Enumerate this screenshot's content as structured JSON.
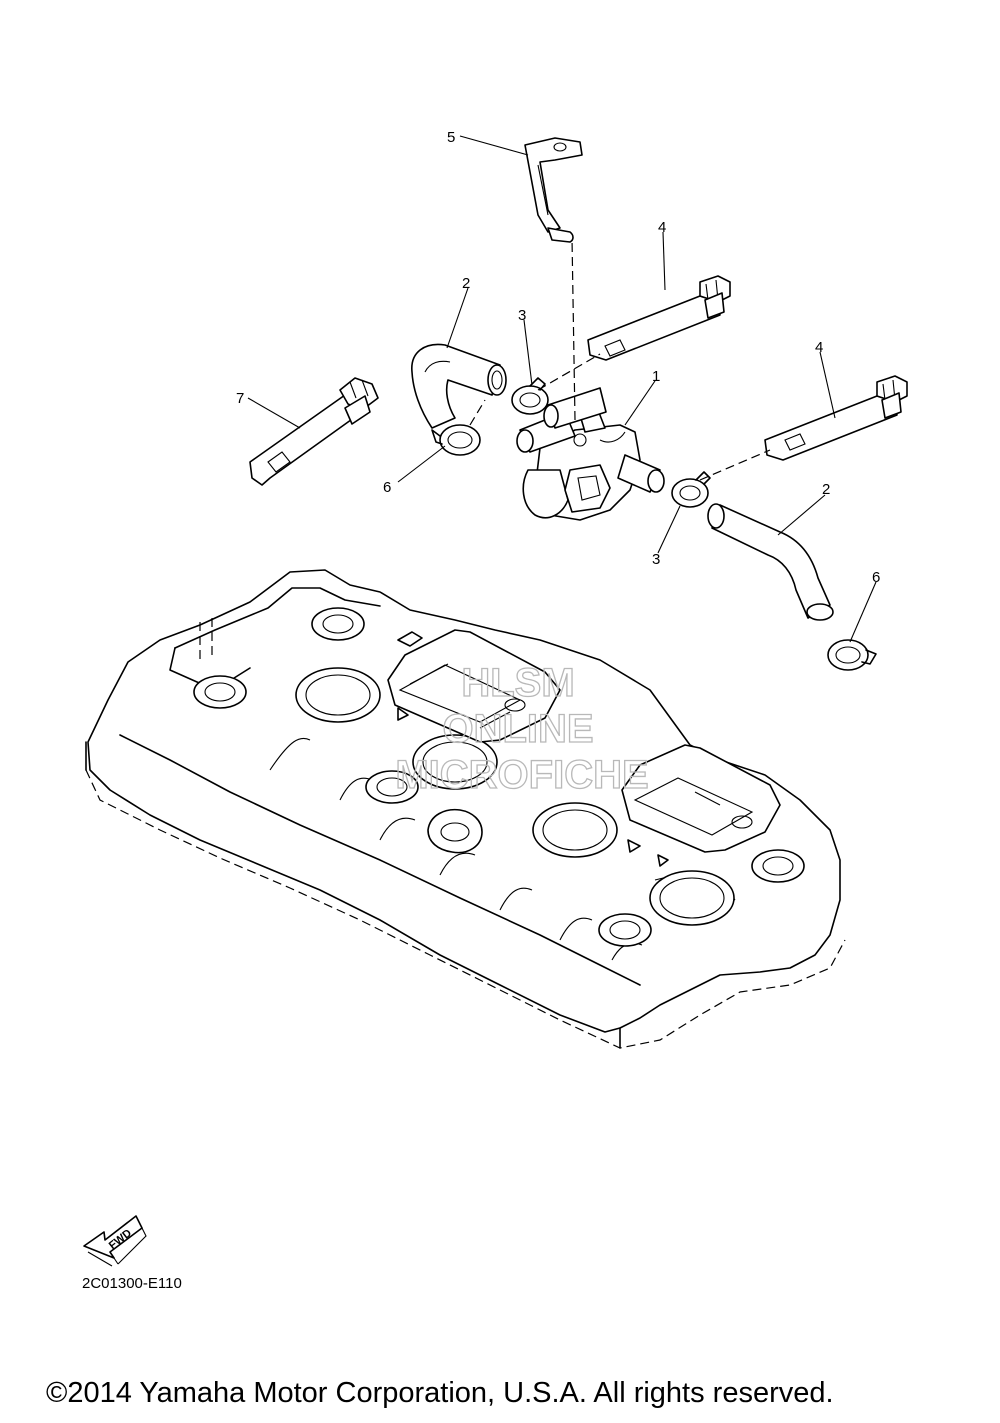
{
  "diagram_code": "2C01300-E110",
  "copyright": "©2014 Yamaha Motor Corporation, U.S.A. All rights reserved.",
  "fwd_label": "FWD",
  "watermark": [
    "HLSM",
    "ONLINE",
    "MICROFICHE"
  ],
  "callouts": {
    "c1": "1",
    "c2a": "2",
    "c2b": "2",
    "c3a": "3",
    "c3b": "3",
    "c4a": "4",
    "c4b": "4",
    "c5": "5",
    "c6a": "6",
    "c6b": "6",
    "c7": "7"
  }
}
